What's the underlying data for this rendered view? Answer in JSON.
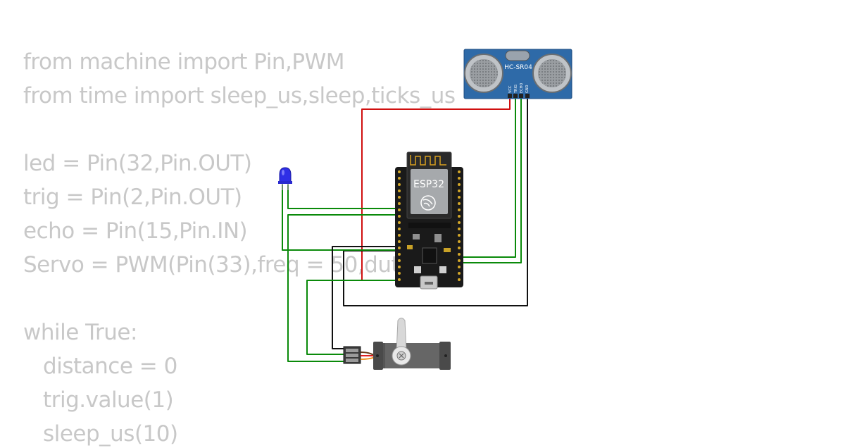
{
  "code": {
    "lines": [
      "from machine import Pin,PWM",
      "from time import sleep_us,sleep,ticks_us",
      "",
      "led = Pin(32,Pin.OUT)",
      "trig = Pin(2,Pin.OUT)",
      "echo = Pin(15,Pin.IN)",
      "Servo = PWM(Pin(33),freq = 50,duty",
      "",
      "while True:",
      "   distance = 0",
      "   trig.value(1)",
      "   sleep_us(10)"
    ]
  },
  "components": {
    "esp32": {
      "label": "ESP32"
    },
    "ultrasonic": {
      "label": "HC-SR04",
      "pins": [
        "VCC",
        "TRIG",
        "ECHO",
        "GND"
      ]
    },
    "led": {
      "color": "#2f2fe6"
    },
    "servo": {
      "body_color": "#555555"
    }
  },
  "colors": {
    "wire_power": "#d01010",
    "wire_signal": "#0a8a0a",
    "wire_ground": "#111111",
    "board": "#1a1a1a",
    "sensor_board": "#2e6aa8"
  }
}
